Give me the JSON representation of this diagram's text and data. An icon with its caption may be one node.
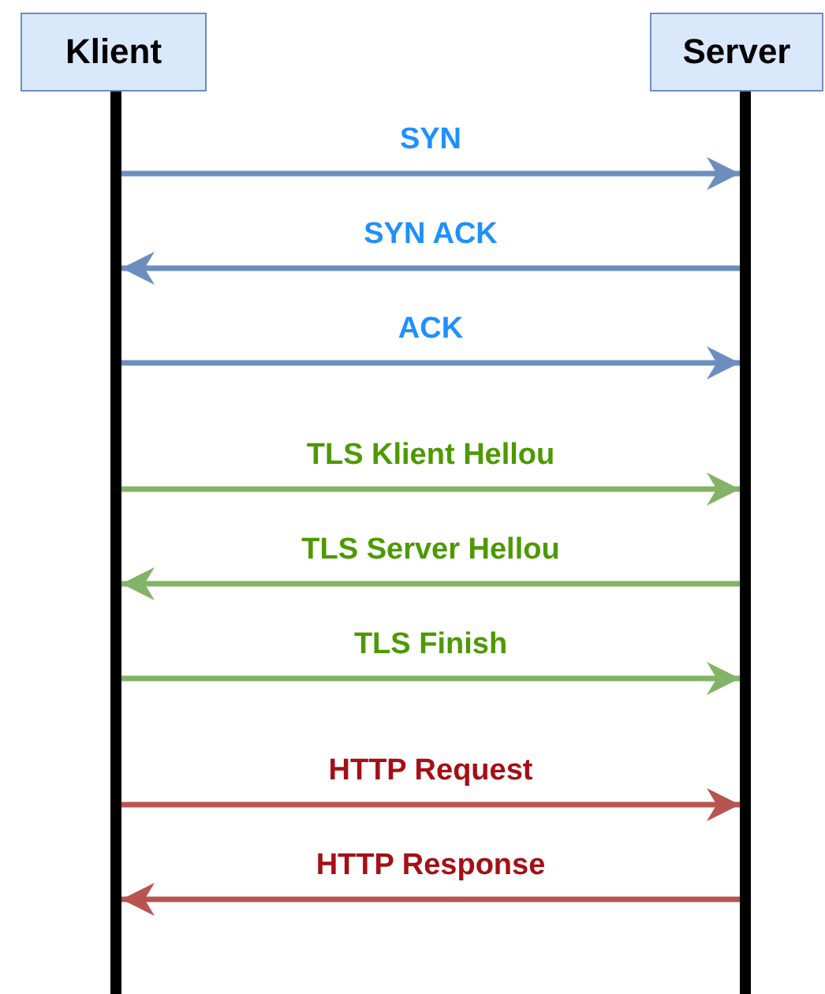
{
  "diagram": {
    "nodes": [
      {
        "text": [
          "Klient"
        ]
      },
      {
        "text": [
          "Server"
        ]
      },
      {
        "text": [],
        "shape": "bar"
      },
      {
        "text": [],
        "shape": "bar"
      }
    ],
    "edges": [
      {
        "from": 2,
        "to": 3,
        "arrow": "to",
        "label": "SYN",
        "color": "#6c8ebf"
      },
      {
        "from": 3,
        "to": 2,
        "arrow": "to",
        "label": "SYN ACK",
        "color": "#6c8ebf"
      },
      {
        "from": 2,
        "to": 3,
        "arrow": "to",
        "label": "ACK",
        "color": "#6c8ebf"
      },
      {
        "from": 2,
        "to": 3,
        "arrow": "to",
        "label": "TLS Klient Hellou",
        "color": "#82b366"
      },
      {
        "from": 3,
        "to": 2,
        "arrow": "to",
        "label": "TLS Server Hellou",
        "color": "#82b366"
      },
      {
        "from": 2,
        "to": 3,
        "arrow": "to",
        "label": "TLS Finish",
        "color": "#82b366"
      },
      {
        "from": 2,
        "to": 3,
        "arrow": "to",
        "label": "HTTP Request",
        "color": "#b85450"
      },
      {
        "from": 3,
        "to": 2,
        "arrow": "to",
        "label": "HTTP Response",
        "color": "#b85450"
      }
    ]
  }
}
